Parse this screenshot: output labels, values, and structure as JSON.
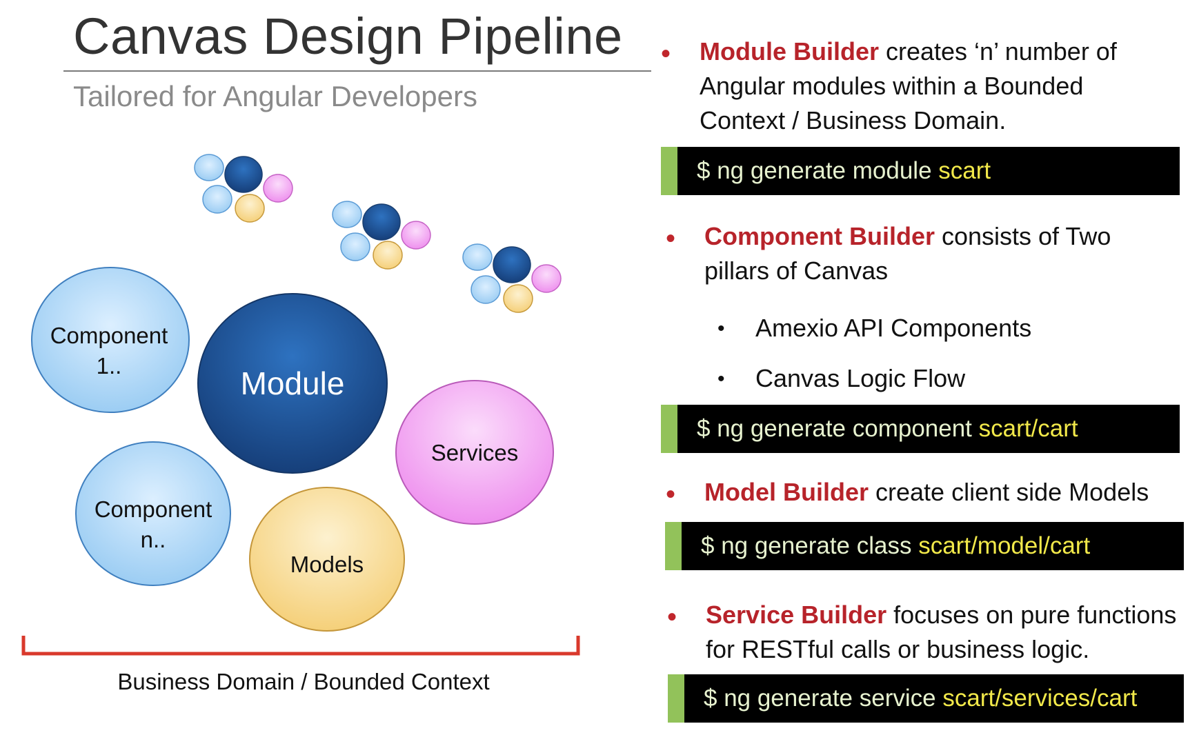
{
  "header": {
    "title": "Canvas Design Pipeline",
    "subtitle": "Tailored for Angular Developers"
  },
  "diagram": {
    "bubbles": {
      "component_1": {
        "line1": "Component",
        "line2": "1.."
      },
      "module": "Module",
      "services": "Services",
      "component_n": {
        "line1": "Component",
        "line2": "n.."
      },
      "models": "Models"
    },
    "bracket_label": "Business Domain / Bounded Context",
    "colors": {
      "component_fill": "#aed6f6",
      "module_fill": "#1f5a9e",
      "services_fill": "#f3a7f3",
      "models_fill": "#f8db91",
      "bracket": "#d9392c"
    }
  },
  "builders": [
    {
      "name": "Module Builder",
      "text": " creates ‘n’ number of Angular modules within a Bounded Context / Business Domain.",
      "command": "$ ng generate module",
      "arg": "scart"
    },
    {
      "name": "Component Builder",
      "text": " consists of Two pillars of Canvas",
      "subitems": [
        "Amexio API Components",
        "Canvas Logic Flow"
      ],
      "command": "$ ng generate component",
      "arg": "scart/cart"
    },
    {
      "name": "Model Builder",
      "text": " create client side Models",
      "command": "$ ng generate class",
      "arg": "scart/model/cart"
    },
    {
      "name": "Service Builder",
      "text": " focuses on pure functions for RESTful calls or business logic.",
      "command": "$ ng generate service",
      "arg": "scart/services/cart"
    }
  ],
  "colors": {
    "highlight": "#b7232a",
    "command_bg": "#000000",
    "command_bar": "#92c25a",
    "command_arg": "#f2e94a"
  }
}
